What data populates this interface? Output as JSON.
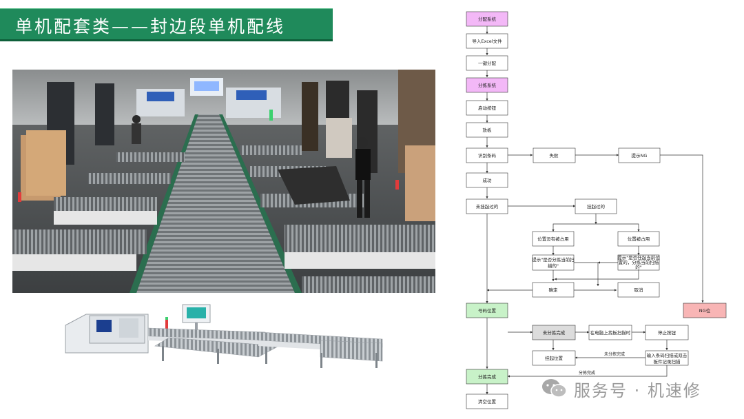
{
  "slide": {
    "title": "单机配套类——封边段单机配线"
  },
  "flowchart": {
    "nodes": {
      "n1": "分配系统",
      "n2": "导入Excel文件",
      "n3": "一键分配",
      "n4": "分拣系统",
      "n5": "启动按钮",
      "n6": "放板",
      "n7": "识别条码",
      "n8": "失败",
      "n9": "提示NG",
      "n10": "成功",
      "n11": "未挂起过的",
      "n12": "挂起过的",
      "n13": "位置没有被占用",
      "n14": "位置被占用",
      "n15a": "提示\"是否分拣当前扫",
      "n15b": "描的\"",
      "n16a": "提示\"是否任起当前位",
      "n16b": "置的，分拣当前扫描",
      "n16c": "的\"",
      "n17": "确定",
      "n18": "取消",
      "n19": "NG位",
      "n20": "号码位置",
      "n21": "未分拣完成",
      "n22": "在电脑上找板扫描时",
      "n23": "停止按钮",
      "n24": "挂起位置",
      "n25a": "输入条码扫描或双击",
      "n25b": "板件记录扫描",
      "n26": "分拣完成",
      "n27": "清空位置"
    },
    "edge_labels": {
      "e_unfinished": "未分拣完成",
      "e_finished": "分拣完成"
    },
    "colors": {
      "pink": "#f3b8f7",
      "green": "#c8f2c8",
      "red": "#f8b5b5",
      "gray": "#dcdcdc",
      "white": "#ffffff",
      "line": "#333333"
    }
  },
  "watermark": {
    "icon": "wechat-icon",
    "text": "服务号 · 机速修"
  }
}
